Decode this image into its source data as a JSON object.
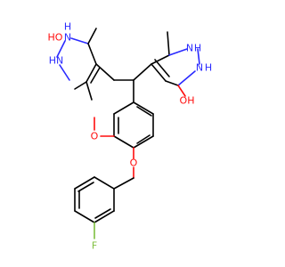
{
  "molecule": {
    "atom_labels": {
      "ho_left": "HO",
      "n_left_top": "N",
      "h_left_top": "H",
      "hn_left_bottom": "HN",
      "n_right_top": "N",
      "h_right_top": "H",
      "n_right_bottom": "N",
      "h_right_bottom": "H",
      "oh_right": "OH",
      "o_methoxy": "O",
      "o_ether": "O",
      "f": "F"
    },
    "colors": {
      "carbon": "#000000",
      "nitrogen": "#2a2aff",
      "oxygen": "#ff0d0d",
      "fluorine": "#7fbf3f"
    }
  }
}
